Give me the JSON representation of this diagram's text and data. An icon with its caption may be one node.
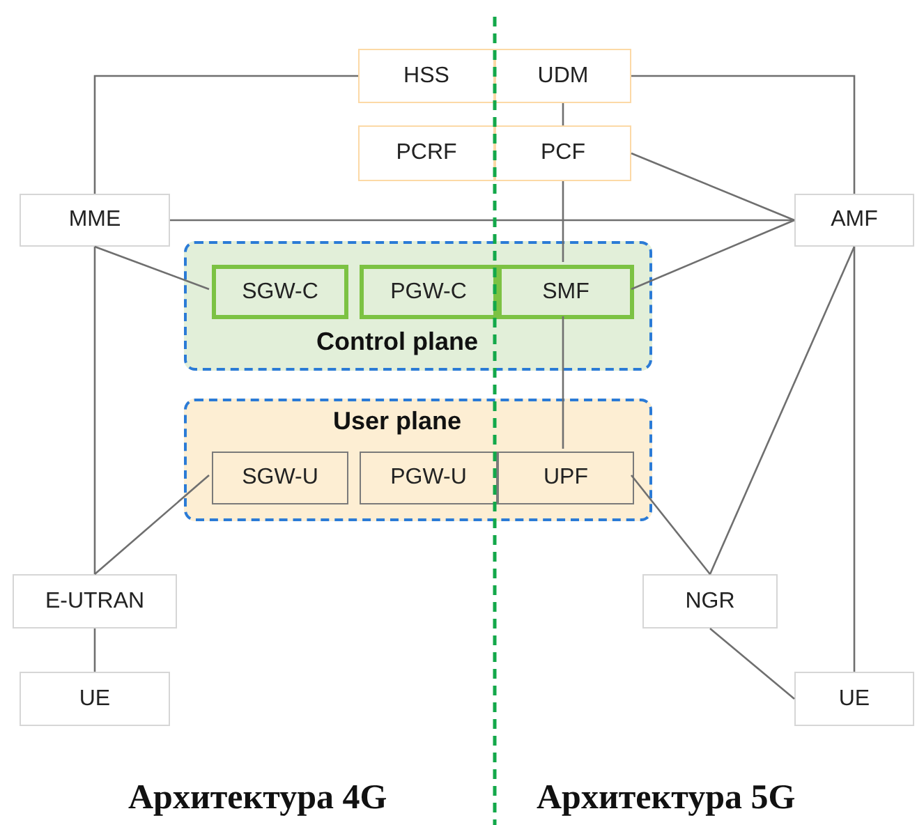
{
  "diagram": {
    "nodes": [
      {
        "text": [
          "HSS"
        ]
      },
      {
        "text": [
          "UDM"
        ]
      },
      {
        "text": [
          "PCRF"
        ]
      },
      {
        "text": [
          "PCF"
        ]
      },
      {
        "text": [
          "MME"
        ]
      },
      {
        "text": [
          "AMF"
        ]
      },
      {
        "text": [
          "Control plane"
        ]
      },
      {
        "text": [
          "SGW-C"
        ],
        "in": 6
      },
      {
        "text": [
          "PGW-C"
        ],
        "in": 6
      },
      {
        "text": [
          "SMF"
        ],
        "in": 6
      },
      {
        "text": [
          "User plane"
        ]
      },
      {
        "text": [
          "SGW-U"
        ],
        "in": 10
      },
      {
        "text": [
          "PGW-U"
        ],
        "in": 10
      },
      {
        "text": [
          "UPF"
        ],
        "in": 10
      },
      {
        "text": [
          "E-UTRAN"
        ]
      },
      {
        "text": [
          "NGR"
        ]
      },
      {
        "text": [
          "UE"
        ]
      },
      {
        "text": [
          "UE"
        ]
      }
    ],
    "edges": [
      {
        "from": 0,
        "to": 4,
        "arrow": "none"
      },
      {
        "from": 1,
        "to": 5,
        "arrow": "none"
      },
      {
        "from": 1,
        "to": 3,
        "arrow": "none"
      },
      {
        "from": 3,
        "to": 5,
        "arrow": "none"
      },
      {
        "from": 4,
        "to": 5,
        "arrow": "none"
      },
      {
        "from": 9,
        "to": 5,
        "arrow": "none"
      },
      {
        "from": 4,
        "to": 7,
        "arrow": "none"
      },
      {
        "from": 3,
        "to": 9,
        "arrow": "none"
      },
      {
        "from": 9,
        "to": 13,
        "arrow": "none"
      },
      {
        "from": 4,
        "to": 14,
        "arrow": "none"
      },
      {
        "from": 11,
        "to": 14,
        "arrow": "none"
      },
      {
        "from": 13,
        "to": 15,
        "arrow": "none"
      },
      {
        "from": 5,
        "to": 15,
        "arrow": "none"
      },
      {
        "from": 5,
        "to": 17,
        "arrow": "none"
      },
      {
        "from": 14,
        "to": 16,
        "arrow": "none"
      },
      {
        "from": 15,
        "to": 17,
        "arrow": "none"
      }
    ],
    "labels": [
      "Архитектура 4G",
      "Архитектура 5G"
    ]
  }
}
